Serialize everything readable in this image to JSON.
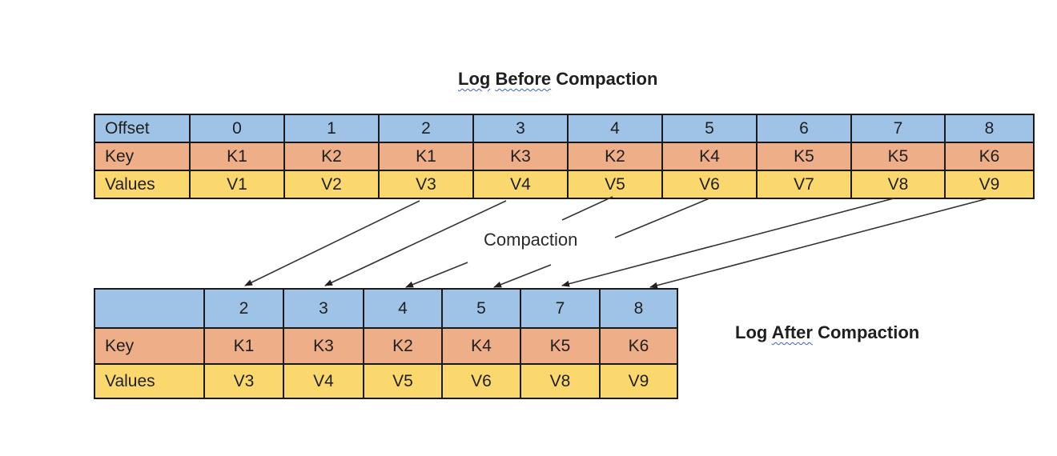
{
  "before": {
    "title_part1": "Log",
    "title_part2": "Before",
    "title_part3": "Compaction",
    "offset_header": "Offset",
    "key_header": "Key",
    "values_header": "Values",
    "offsets": [
      "0",
      "1",
      "2",
      "3",
      "4",
      "5",
      "6",
      "7",
      "8"
    ],
    "keys": [
      "K1",
      "K2",
      "K1",
      "K3",
      "K2",
      "K4",
      "K5",
      "K5",
      "K6"
    ],
    "values": [
      "V1",
      "V2",
      "V3",
      "V4",
      "V5",
      "V6",
      "V7",
      "V8",
      "V9"
    ]
  },
  "after": {
    "title_part1": "Log",
    "title_part2": "After",
    "title_part3": "Compaction",
    "offset_header": "",
    "key_header": "Key",
    "values_header": "Values",
    "offsets": [
      "2",
      "3",
      "4",
      "5",
      "7",
      "8"
    ],
    "keys": [
      "K1",
      "K3",
      "K2",
      "K4",
      "K5",
      "K6"
    ],
    "values": [
      "V3",
      "V4",
      "V5",
      "V6",
      "V8",
      "V9"
    ]
  },
  "compaction_label": "Compaction",
  "colors": {
    "offset_row": "#9ec3e6",
    "key_row": "#edae88",
    "values_row": "#fbd86e"
  }
}
